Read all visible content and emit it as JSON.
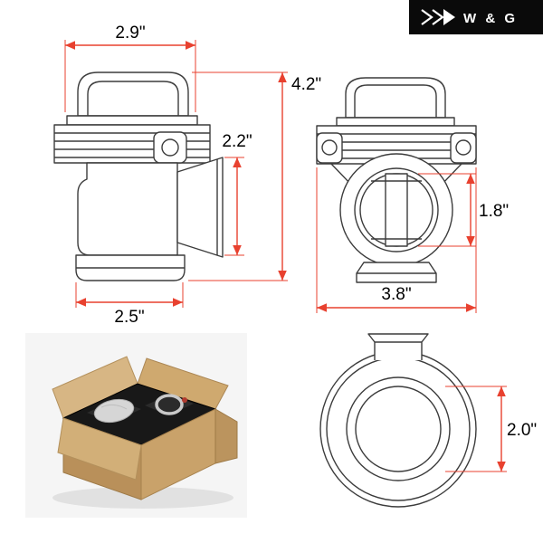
{
  "brand": {
    "logo_text": "W & G",
    "chevron_icon": "triple-chevron-right"
  },
  "dimensions": {
    "side_top_width": "2.9\"",
    "side_total_height": "4.2\"",
    "side_flange_height": "2.2\"",
    "side_bottom_width": "2.5\"",
    "front_valve_diameter": "1.8\"",
    "front_total_width": "3.8\"",
    "top_inlet_diameter": "2.0\""
  },
  "colors": {
    "dimension_red": "#e8412f",
    "drawing_line": "#3c3c3c",
    "background": "#ffffff",
    "badge_black": "#0a0a0a",
    "cardboard": "#c9a26a"
  }
}
